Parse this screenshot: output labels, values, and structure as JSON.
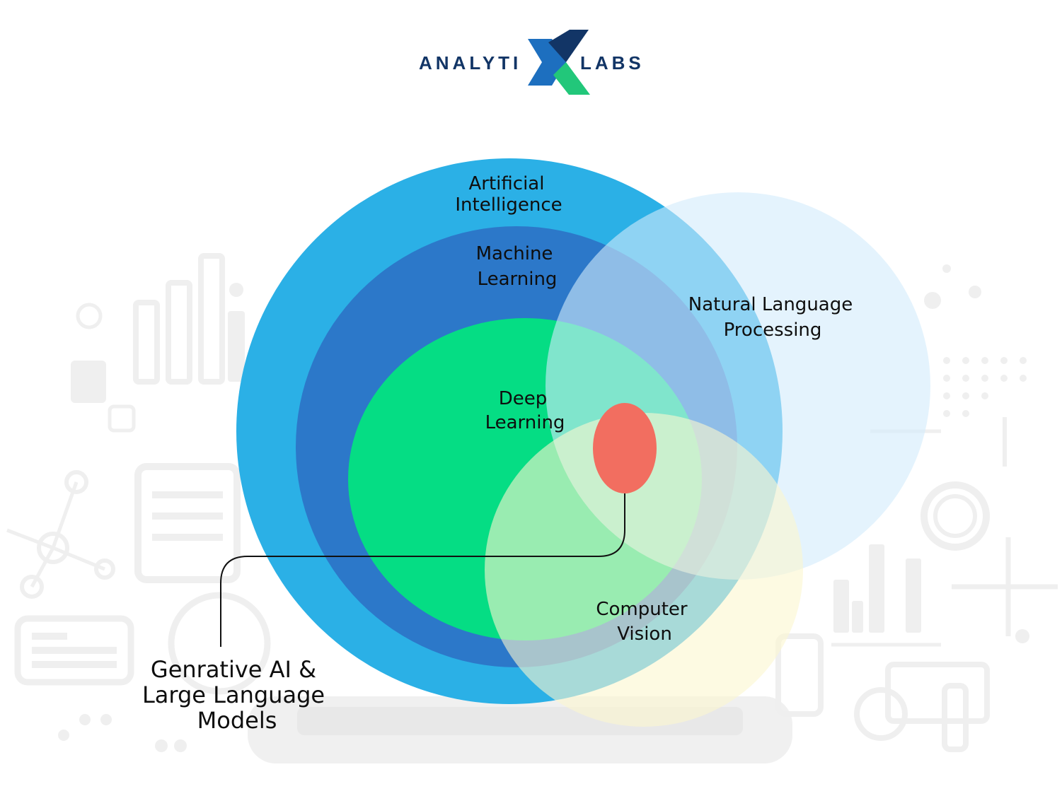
{
  "brand": {
    "left_text": "ANALYTI",
    "right_text": "LABS",
    "colors": {
      "navy": "#123566",
      "blue": "#1d6fbf",
      "green": "#22c77a"
    }
  },
  "diagram": {
    "labels": {
      "ai_line1": "Artificial",
      "ai_line2": "Intelligence",
      "ml_line1": "Machine",
      "ml_line2": "Learning",
      "dl_line1": "Deep",
      "dl_line2": "Learning",
      "nlp_line1": "Natural Language",
      "nlp_line2": "Processing",
      "cv_line1": "Computer",
      "cv_line2": "Vision",
      "genai_line1": "Genrative AI &",
      "genai_line2": "Large Language",
      "genai_line3": "Models"
    },
    "colors": {
      "ai": "#2bb0e6",
      "ml": "#2c78c9",
      "dl": "#05dd84",
      "nlp": "#d2ebfb",
      "cv": "#fbf7cf",
      "genai": "#f26e60",
      "background_icons": "#efefef"
    }
  }
}
